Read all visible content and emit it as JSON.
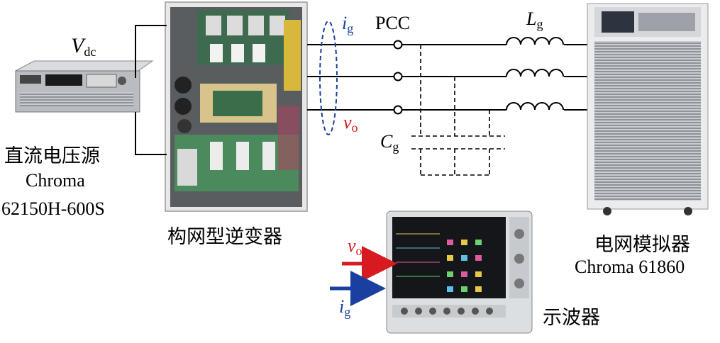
{
  "title": "",
  "colors": {
    "red": "#d71920",
    "blue": "#1b3fa0",
    "wire": "#000000"
  },
  "labels": {
    "vdc": {
      "main": "V",
      "sub": "dc"
    },
    "ig_top": {
      "main": "i",
      "sub": "g"
    },
    "vo_top": {
      "main": "v",
      "sub": "o"
    },
    "pcc": "PCC",
    "lg": {
      "main": "L",
      "sub": "g"
    },
    "cg": {
      "main": "C",
      "sub": "g"
    },
    "dc_source": {
      "name": "直流电压源",
      "brand": "Chroma",
      "model": "62150H-600S"
    },
    "inverter": {
      "name": "构网型逆变器"
    },
    "grid_sim": {
      "name": "电网模拟器",
      "model": "Chroma 61860"
    },
    "scope": {
      "name": "示波器"
    },
    "vo_arrow": {
      "main": "v",
      "sub": "o"
    },
    "ig_arrow": {
      "main": "i",
      "sub": "g"
    }
  },
  "icons": [
    "dc-power-supply-photo",
    "inverter-board-photo",
    "grid-simulator-photo",
    "oscilloscope-photo",
    "inductor-icon",
    "capacitor-icon",
    "arrow-icon"
  ]
}
